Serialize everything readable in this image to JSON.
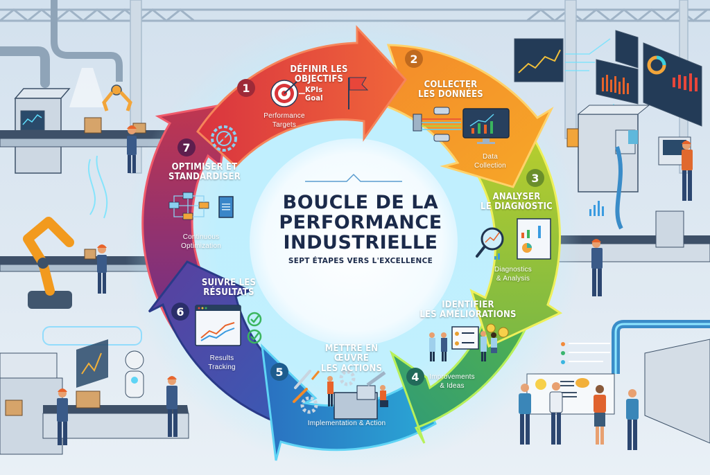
{
  "title": {
    "line1": "BOUCLE DE LA",
    "line2": "PERFORMANCE",
    "line3": "INDUSTRIELLE",
    "subtitle": "SEPT ÉTAPES VERS L'EXCELLENCE"
  },
  "steps": [
    {
      "number": "1",
      "title_line1": "DÉFINIR LES",
      "title_line2": "OBJECTIFS",
      "icon_text_1": "KPIs",
      "icon_text_2": "Goal",
      "caption_line1": "Performance",
      "caption_line2": "Targets",
      "color": "#e8463a",
      "icons": [
        "target-icon",
        "flag-icon"
      ]
    },
    {
      "number": "2",
      "title_line1": "COLLECTER",
      "title_line2": "LES DONNÉES",
      "caption_line1": "Data",
      "caption_line2": "Collection",
      "color": "#f39a24",
      "icons": [
        "sensor-icon",
        "monitor-chart-icon"
      ]
    },
    {
      "number": "3",
      "title_line1": "ANALYSER",
      "title_line2": "LE DIAGNOSTIC",
      "caption_line1": "Diagnostics",
      "caption_line2": "& Analysis",
      "color": "#9cc43a",
      "icons": [
        "magnifier-icon",
        "report-chart-icon"
      ]
    },
    {
      "number": "4",
      "title_line1": "IDENTIFIER",
      "title_line2": "LES AMÉLIORATIONS",
      "caption_line1": "Improvements",
      "caption_line2": "& Ideas",
      "color": "#3aa55e",
      "icons": [
        "team-presentation-icon",
        "lightbulb-icon"
      ]
    },
    {
      "number": "5",
      "title_line1": "METTRE EN ŒUVRE",
      "title_line2": "LES ACTIONS",
      "caption_line1": "Implementation & Action",
      "caption_line2": "",
      "color": "#2a8fd0",
      "icons": [
        "wrench-icon",
        "gear-icon",
        "machine-workers-icon"
      ]
    },
    {
      "number": "6",
      "title_line1": "SUIVRE LES",
      "title_line2": "RÉSULTATS",
      "caption_line1": "Results",
      "caption_line2": "Tracking",
      "color": "#3f4fa8",
      "icons": [
        "dashboard-chart-icon",
        "checkmark-icon"
      ]
    },
    {
      "number": "7",
      "title_line1": "OPTIMISER ET",
      "title_line2": "STANDARDISER",
      "caption_line1": "Continuous",
      "caption_line2": "Optimization",
      "color": "#9b2f6e",
      "icons": [
        "gear-icon",
        "flowchart-icon",
        "book-icon"
      ]
    }
  ],
  "background": {
    "scenes": [
      "factory-conveyor-left",
      "robot-arm",
      "data-dashboards-right",
      "cnc-machine",
      "humanoid-robot-conveyor",
      "team-meeting-whiteboard"
    ],
    "colors": {
      "sky": "#dbe7f1",
      "floor": "#e6eef5",
      "machine": "#c9d5e0",
      "outline": "#3d5168",
      "glow": "#5fd4f5"
    }
  }
}
